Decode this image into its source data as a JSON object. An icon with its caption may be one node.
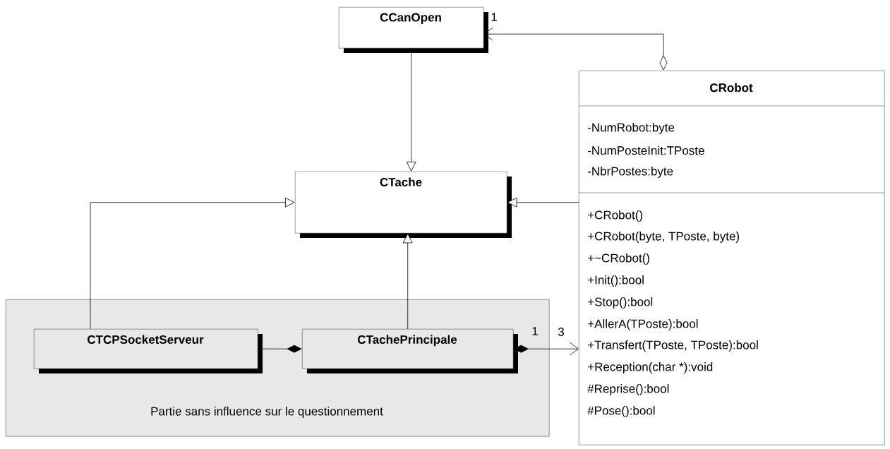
{
  "diagram": {
    "nodes": [
      {
        "text": [
          "CCanOpen"
        ]
      },
      {
        "text": [
          "CRobot",
          "-NumRobot:byte",
          "-NumPosteInit:TPoste",
          "-NbrPostes:byte",
          "+CRobot()",
          "+CRobot(byte, TPoste, byte)",
          "+~CRobot()",
          "+Init():bool",
          "+Stop():bool",
          "+AllerA(TPoste):bool",
          "+Transfert(TPoste, TPoste):bool",
          "+Reception(char *):void",
          "#Reprise():bool",
          "#Pose():bool"
        ]
      },
      {
        "text": [
          "CTache"
        ]
      },
      {
        "text": [
          "Partie sans influence sur le questionnement"
        ]
      },
      {
        "text": [
          "CTCPSocketServeur"
        ],
        "in": 3
      },
      {
        "text": [
          "CTachePrincipale"
        ],
        "in": 3
      }
    ],
    "edges": [
      {
        "from": 0,
        "to": 2,
        "arrow": "to"
      },
      {
        "from": 1,
        "to": 2,
        "arrow": "to"
      },
      {
        "from": 4,
        "to": 2,
        "arrow": "to"
      },
      {
        "from": 5,
        "to": 2,
        "arrow": "to"
      },
      {
        "from": 1,
        "to": 0,
        "arrow": "to",
        "label": "1"
      },
      {
        "from": 4,
        "to": 5,
        "arrow": "other"
      },
      {
        "from": 5,
        "to": 1,
        "arrow": "to",
        "label": "3"
      }
    ],
    "labels": [
      "1"
    ]
  }
}
